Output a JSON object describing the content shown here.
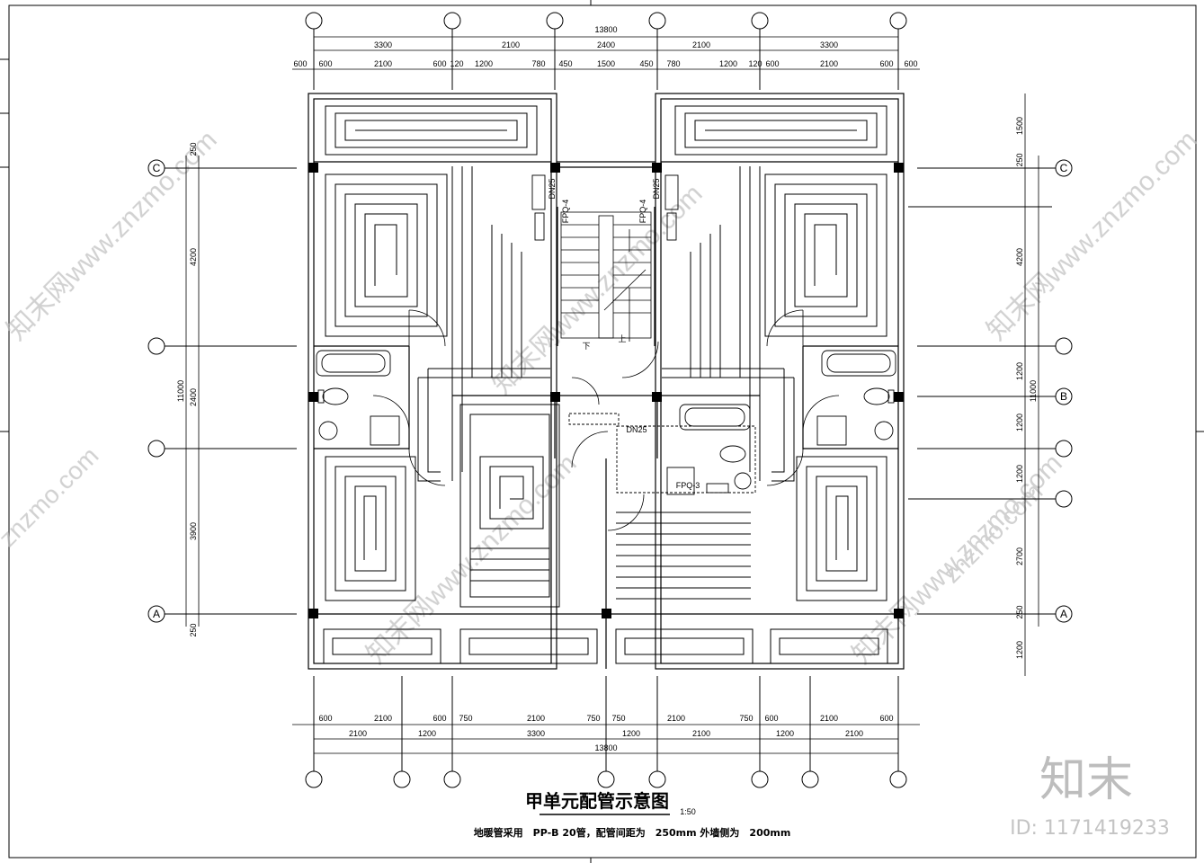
{
  "drawing": {
    "title": "甲单元配管示意图",
    "scale": "1:50",
    "note": "地暖管采用　PP-B 20管，配管间距为　250mm 外墙侧为　200mm",
    "watermark": {
      "brand": "知末",
      "id": "ID: 1171419233",
      "site": "znzmo.com",
      "site_cn": "知末网www.znzmo.com"
    },
    "axes": {
      "C": "C",
      "B": "B",
      "A": "A"
    },
    "labels": {
      "fpq4_left": "FPQ-4",
      "fpq4_right": "FPQ-4",
      "dn25_left": "DN25",
      "dn25_right": "DN25",
      "dn25_mid": "DN25",
      "fpq3": "FPQ-3",
      "stair_down": "下",
      "stair_up": "上"
    },
    "dimensions": {
      "top_total": "13800",
      "top_row1": [
        "3300",
        "2100",
        "2400",
        "2100",
        "3300"
      ],
      "top_row2": [
        "600",
        "600",
        "2100",
        "600",
        "120",
        "1200",
        "780",
        "450",
        "1500",
        "450",
        "780",
        "1200",
        "120",
        "600",
        "2100",
        "600",
        "600"
      ],
      "bottom_row1": [
        "600",
        "2100",
        "600",
        "750",
        "2100",
        "750",
        "750",
        "2100",
        "750",
        "600",
        "2100",
        "600"
      ],
      "bottom_row2": [
        "2100",
        "1200",
        "3300",
        "1200",
        "2100",
        "1200",
        "2100"
      ],
      "bottom_total": "13800",
      "left_outer": "11000",
      "left_inner": [
        "250",
        "4200",
        "2400",
        "3900",
        "250"
      ],
      "right_outer": "11000",
      "right_inner": [
        "1500",
        "250",
        "4200",
        "1200",
        "1200",
        "1200",
        "2700",
        "250",
        "1200"
      ]
    }
  }
}
